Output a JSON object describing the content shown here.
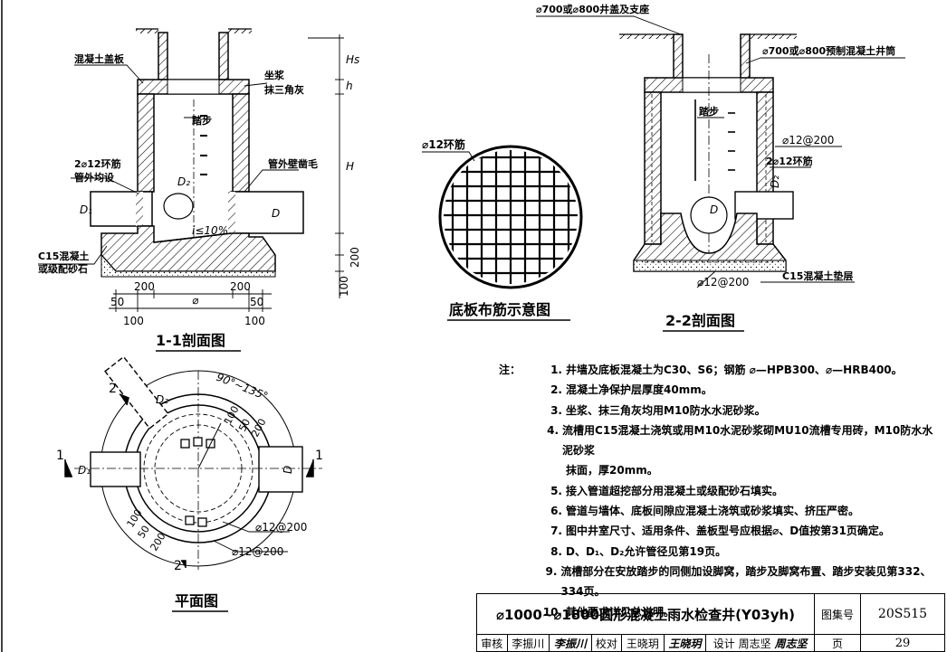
{
  "section_1_1": {
    "title": "1-1剖面图",
    "labels": {
      "cover_slab": "混凝土盖板",
      "mortar": "坐浆",
      "plaster": "抹三角灰",
      "steps": "踏步",
      "ring_bar": "2⌀12环筋",
      "pipe_even": "管外均设",
      "pipe_roughen": "管外壁凿毛",
      "base": "C15混凝土",
      "gravel": "或级配砂石",
      "slope": "i≤10%",
      "d": "D",
      "d1": "D₁",
      "d2": "D₂",
      "hs": "Hs",
      "h": "h",
      "H": "H"
    },
    "dims": {
      "left_200": "200",
      "right_200": "200",
      "phi": "⌀",
      "left_50": "50",
      "right_50": "50",
      "left_100": "100",
      "right_100": "100",
      "v200": "200",
      "v100": "100"
    }
  },
  "plan": {
    "title": "平面图",
    "labels": {
      "angle": "90°~135°",
      "d1": "D₁",
      "d2": "D₂",
      "d": "D",
      "bar_top": "⌀12@200",
      "bar_bottom": "⌀12@200",
      "cut_1": "1",
      "cut_2": "2",
      "dim_100": "100",
      "dim_50": "50",
      "dim_200": "200"
    }
  },
  "rebar_diagram": {
    "title": "底板布筋示意图",
    "label": "⌀12环筋"
  },
  "section_2_2": {
    "title": "2-2剖面图",
    "labels": {
      "lid": "⌀700或⌀800井盖及支座",
      "shaft": "⌀700或⌀800预制混凝土井筒",
      "steps": "踏步",
      "bar": "⌀12@200",
      "ring": "2⌀12环筋",
      "bottom_bar": "⌀12@200",
      "cushion": "C15混凝土垫层",
      "d2": "D₂",
      "d": "D"
    }
  },
  "notes": {
    "lead": "注：",
    "items": [
      {
        "num": "1.",
        "text": "井墙及底板混凝土为C30、S6；钢筋 ⌀—HPB300、⌀—HRB400。"
      },
      {
        "num": "2.",
        "text": "混凝土净保护层厚度40mm。"
      },
      {
        "num": "3.",
        "text": "坐浆、抹三角灰均用M10防水水泥砂浆。"
      },
      {
        "num": "4.",
        "text": "流槽用C15混凝土浇筑或用M10水泥砂浆砌MU10流槽专用砖，M10防水水泥砂浆"
      },
      {
        "num": "",
        "text": "抹面，厚20mm。"
      },
      {
        "num": "5.",
        "text": "接入管道超挖部分用混凝土或级配砂石填实。"
      },
      {
        "num": "6.",
        "text": "管道与墙体、底板间隙应混凝土浇筑或砂浆填实、挤压严密。"
      },
      {
        "num": "7.",
        "text": "图中井室尺寸、适用条件、盖板型号应根据⌀、D值按第31页确定。"
      },
      {
        "num": "8.",
        "text": "D、D₁、D₂允许管径见第19页。"
      },
      {
        "num": "9.",
        "text": "流槽部分在安放踏步的同侧加设脚窝，踏步及脚窝布置、踏步安装见第332、334页。"
      },
      {
        "num": "10.",
        "text": "其他要求详见总说明。"
      }
    ]
  },
  "title_block": {
    "title": "⌀1000~⌀1800圆形混凝土雨水检查井(Y03yh)",
    "atlas_label": "图集号",
    "atlas_no": "20S515",
    "review_label": "审核",
    "reviewer": "李振川",
    "check_label": "校对",
    "checker": "王晓玥",
    "design_label": "设计",
    "designer": "周志坚",
    "page_label": "页",
    "page_no": "29"
  }
}
